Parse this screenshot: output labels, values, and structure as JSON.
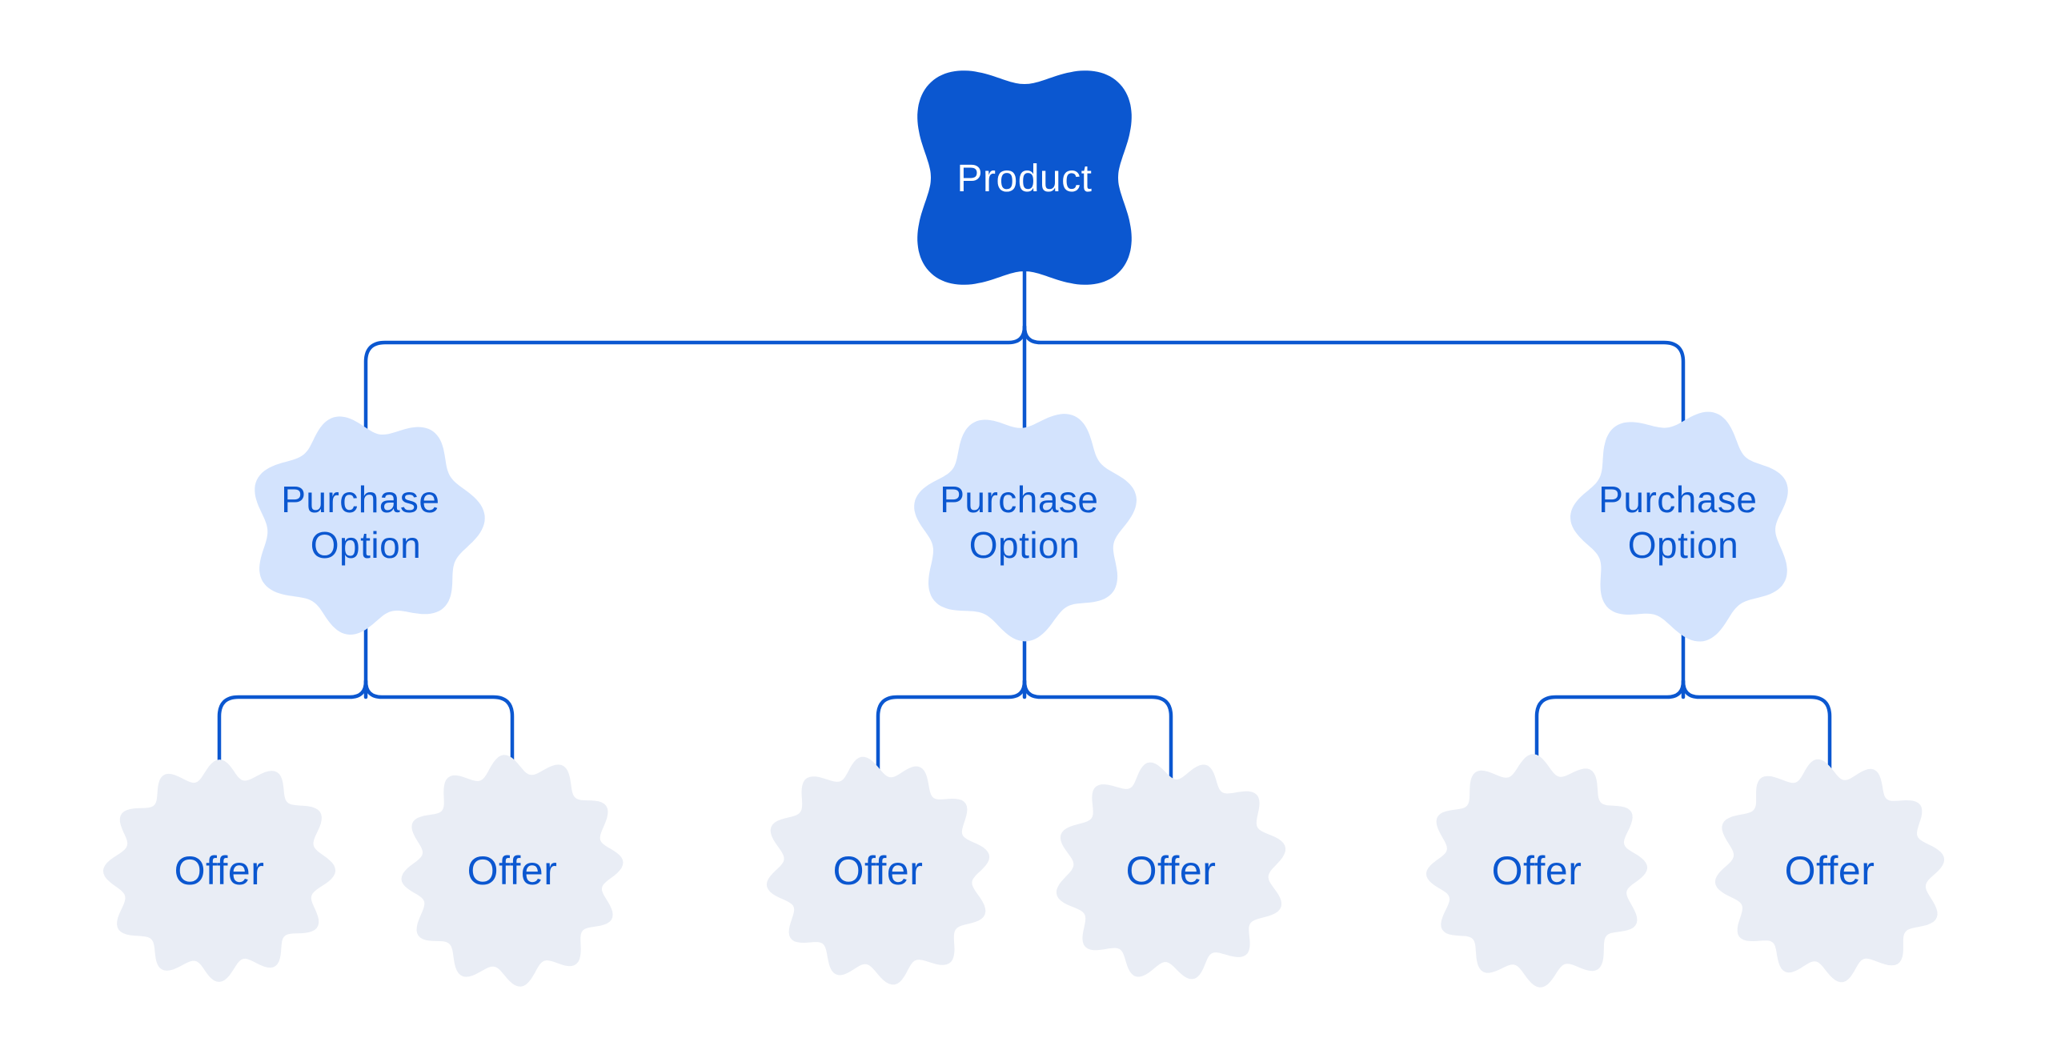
{
  "diagram": {
    "root": {
      "label": "Product"
    },
    "purchase_options": [
      {
        "label_line1": "Purchase",
        "label_line2": "Option",
        "offers": [
          {
            "label": "Offer"
          },
          {
            "label": "Offer"
          }
        ]
      },
      {
        "label_line1": "Purchase",
        "label_line2": "Option",
        "offers": [
          {
            "label": "Offer"
          },
          {
            "label": "Offer"
          }
        ]
      },
      {
        "label_line1": "Purchase",
        "label_line2": "Option",
        "offers": [
          {
            "label": "Offer"
          },
          {
            "label": "Offer"
          }
        ]
      }
    ],
    "colors": {
      "primary": "#0B57D0",
      "root_fill": "#0B57D0",
      "root_text": "#FFFFFF",
      "purchase_fill": "#D3E3FD",
      "offer_fill": "#E9EDF5",
      "label_text": "#0B57D0",
      "background": "#FFFFFF"
    }
  }
}
